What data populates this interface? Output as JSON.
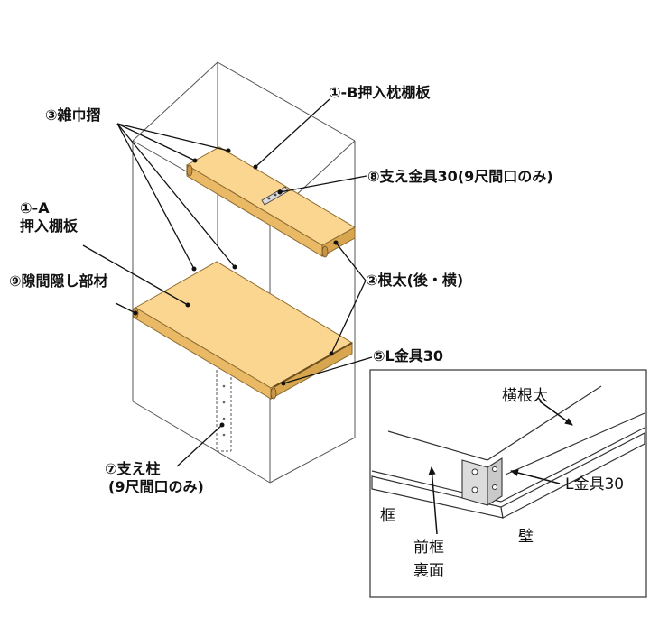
{
  "labels": {
    "zoukin_zuri": "③雑巾摺",
    "oshiire_makura_tanaita": "①-B押入枕棚板",
    "sasae_kanagu": "⑧支え金具30(9尺間口のみ)",
    "oshiire_tanaita_num": "①-A",
    "oshiire_tanaita_name": "押入棚板",
    "sukima_kakushi": "⑨隙間隠し部材",
    "neta": "②根太(後・横)",
    "l_kanagu": "⑤L金具30",
    "sasae_bashira_line1": "⑦支え柱",
    "sasae_bashira_line2": "(9尺間口のみ)"
  },
  "detail": {
    "yoko_neta": "横根太",
    "l_kanagu": "L金具30",
    "waku": "框",
    "kabe": "壁",
    "mae_kamachi_line1": "前框",
    "mae_kamachi_line2": "裏面"
  },
  "colors": {
    "shelf_top": "#fbd690",
    "shelf_side": "#e9b966",
    "cabinet_line": "#555555",
    "metal": "#d9d9d9"
  }
}
